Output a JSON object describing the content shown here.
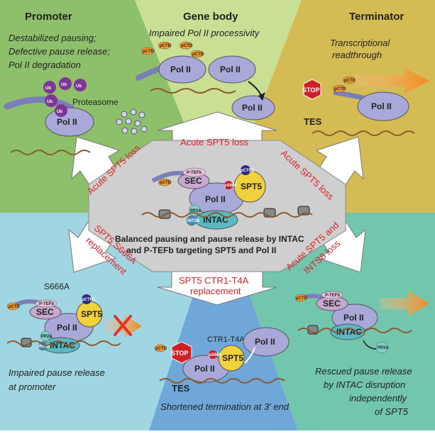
{
  "panels": {
    "promoter": {
      "title": "Promoter",
      "desc": [
        "Destabilized pausing;",
        "Defective pause release;",
        "Pol II degradation"
      ],
      "proteasome": "Proteasome",
      "ub": "Ub"
    },
    "gene_body": {
      "title": "Gene body",
      "desc": "Impaired Pol II processivity"
    },
    "terminator": {
      "title": "Terminator",
      "desc": [
        "Transcriptional",
        "readthrough"
      ],
      "stop": "STOP",
      "tes": "TES"
    },
    "bottom_left": {
      "desc": [
        "Impaired pause release",
        "at promoter"
      ],
      "mutation": "S666A"
    },
    "bottom_center": {
      "desc": "Shortened termination at 3′ end",
      "mutation": "CTR1-T4A",
      "stop": "STOP",
      "tes": "TES"
    },
    "bottom_right": {
      "desc": [
        "Rescued pause release",
        "by INTAC disruption",
        "independently",
        "of SPT5"
      ]
    }
  },
  "center": {
    "caption": [
      "Balanced pausing and pause release by INTAC",
      "and P-TEFb targeting SPT5 and Pol II"
    ]
  },
  "arrows": {
    "top": "Acute SPT5 loss",
    "upper_left": "Acute SPT5 loss",
    "upper_right": "Acute SPT5 loss",
    "lower_left": [
      "SPT5 S666A",
      "replacement"
    ],
    "bottom": [
      "SPT5 CTR1-T4A",
      "replacement"
    ],
    "lower_right": [
      "Acute SPT5 and",
      "INTS8 loss"
    ]
  },
  "labels": {
    "pol2": "Pol II",
    "spt5": "SPT5",
    "intac": "INTAC",
    "sec": "SEC",
    "ptefb": "P-TEFb",
    "pctd": "pCTD",
    "pctr1": "pCTR1",
    "ps666": "pS666",
    "pp2a": "PP2A",
    "ints8": "INTS8"
  },
  "colors": {
    "promoter_bg": "#8ec06c",
    "gene_body_bg": "#c8df94",
    "terminator_bg": "#d5bb54",
    "bottom_left_bg": "#9fd6e2",
    "bottom_center_bg": "#6fa7d8",
    "bottom_right_bg": "#72c6ad",
    "center_bg": "#cfcfcf",
    "pol2": "#a8a9d9",
    "spt5": "#f2d23c",
    "intac": "#5ab8c2",
    "pctd": "#f39a2a",
    "ps666": "#c61d28",
    "pctr1": "#2e2a82",
    "arrow_text": "#d8262c"
  },
  "icons": [
    "ubiquitin-icon",
    "proteasome-icon",
    "stop-sign-icon",
    "orange-arrow-icon",
    "red-x-icon",
    "nucleosome-icon"
  ]
}
